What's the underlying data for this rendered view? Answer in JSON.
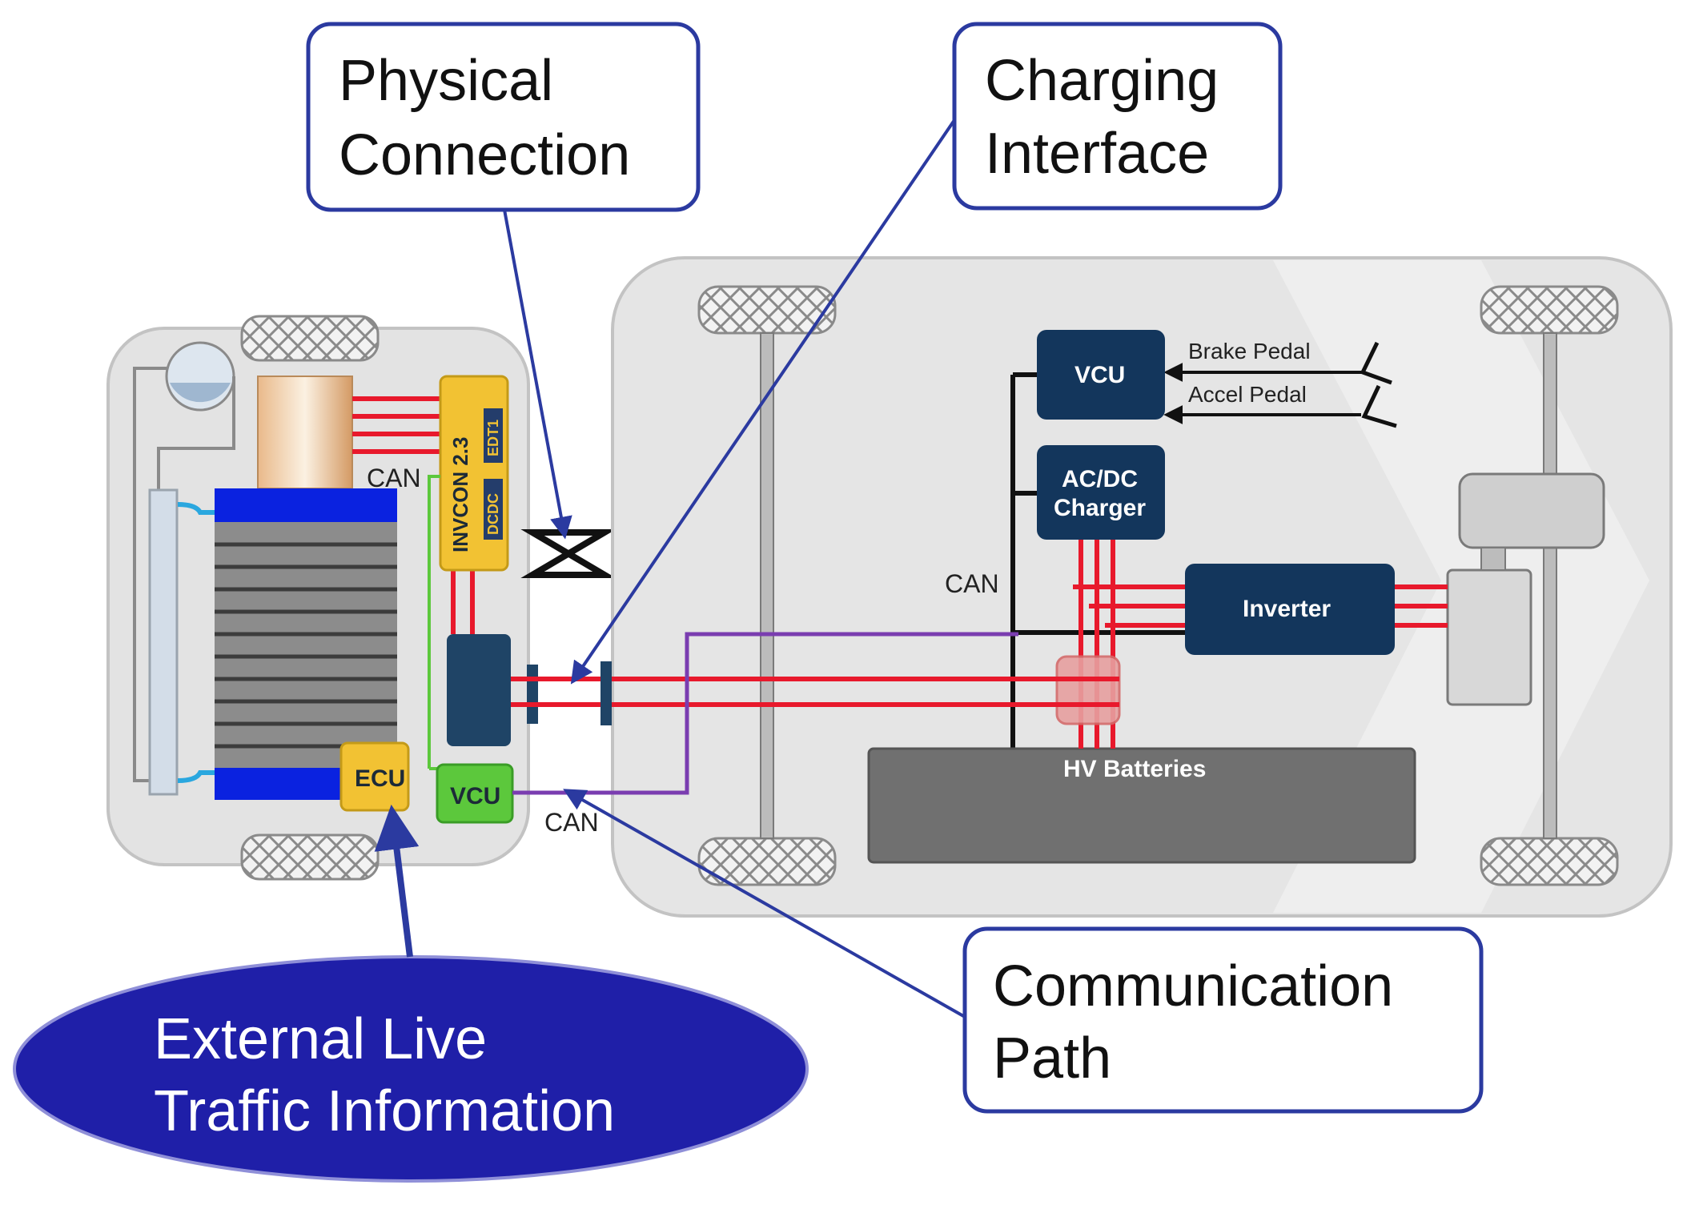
{
  "callouts": {
    "physical_connection": [
      "Physical",
      "Connection"
    ],
    "charging_interface": [
      "Charging",
      "Interface"
    ],
    "communication_path": [
      "Communication",
      "Path"
    ],
    "external_traffic": [
      "External Live",
      "Traffic Information"
    ]
  },
  "tractor": {
    "invcon_label": "INVCON 2.3",
    "edt_label": "EDT1",
    "dcdc_label": "DCDC",
    "can_top": "CAN",
    "ecu_label": "ECU",
    "vcu_label": "VCU",
    "can_bottom": "CAN"
  },
  "trailer": {
    "vcu_label": "VCU",
    "brake_pedal": "Brake Pedal",
    "accel_pedal": "Accel Pedal",
    "charger_label": [
      "AC/DC",
      "Charger"
    ],
    "can_label": "CAN",
    "inverter_label": "Inverter",
    "battery_label": "HV Batteries"
  },
  "colors": {
    "callout_border": "#2b3aa0",
    "ellipse_fill": "#1f1fa8",
    "navy_box": "#13365c",
    "yellow_box": "#f2c233",
    "green_box": "#5cc83c",
    "red_line": "#e8192c",
    "purple_line": "#7a3db0",
    "battery_blue": "#0a22e0",
    "chassis_gray": "#e5e5e5"
  }
}
